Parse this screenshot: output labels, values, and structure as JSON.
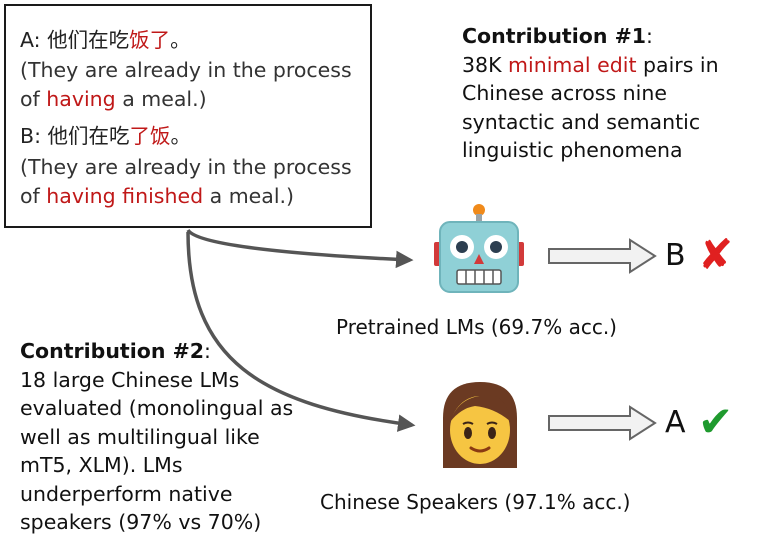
{
  "example": {
    "a_prefix": "A: ",
    "a_chinese_plain": "他们在吃",
    "a_chinese_red": "饭了",
    "a_chinese_end": "。",
    "a_en_1": "(They are already in the process",
    "a_en_2_pre": "of ",
    "a_en_2_red": "having",
    "a_en_2_post": " a meal.)",
    "b_prefix": "B: ",
    "b_chinese_plain": "他们在吃",
    "b_chinese_red": "了饭",
    "b_chinese_end": "。",
    "b_en_1": "(They are already in the process",
    "b_en_2_pre": "of ",
    "b_en_2_red": "having finished",
    "b_en_2_post": " a meal.)"
  },
  "contribution1": {
    "title": "Contribution #1",
    "colon": ":",
    "line1_pre": "38K ",
    "line1_red": "minimal edit",
    "line1_post": " pairs in",
    "line2": "Chinese across nine",
    "line3": "syntactic and semantic",
    "line4": "linguistic phenomena"
  },
  "contribution2": {
    "title": "Contribution #2",
    "colon": ":",
    "lines": [
      "18 large Chinese LMs",
      "evaluated (monolingual as",
      "well as multilingual like",
      "mT5, XLM). LMs",
      "underperform native",
      "speakers (97% vs 70%)"
    ]
  },
  "pretrained": {
    "caption": "Pretrained LMs (69.7% acc.)",
    "answer": "B",
    "mark": "✘",
    "icon": "robot-face-icon"
  },
  "speakers": {
    "caption": "Chinese Speakers (97.1% acc.)",
    "answer": "A",
    "mark": "✔",
    "icon": "woman-face-icon"
  },
  "colors": {
    "highlight_red": "#c01818",
    "cross_red": "#e02020",
    "check_green": "#1f9a2e",
    "arrow_gray": "#555555"
  }
}
